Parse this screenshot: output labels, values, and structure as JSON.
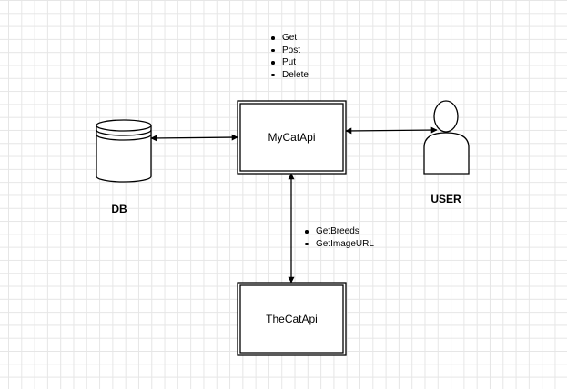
{
  "nodes": {
    "mycatapi": {
      "label": "MyCatApi"
    },
    "thecatapi": {
      "label": "TheCatApi"
    },
    "db": {
      "label": "DB"
    },
    "user": {
      "label": "USER"
    }
  },
  "methods_list": {
    "items": [
      "Get",
      "Post",
      "Put",
      "Delete"
    ]
  },
  "external_calls_list": {
    "items": [
      "GetBreeds",
      "GetImageURL"
    ]
  },
  "connections": [
    {
      "from": "db",
      "to": "mycatapi",
      "arrows": "both"
    },
    {
      "from": "mycatapi",
      "to": "user",
      "arrows": "both"
    },
    {
      "from": "mycatapi",
      "to": "thecatapi",
      "arrows": "both"
    }
  ],
  "colors": {
    "canvas": "#ffffff",
    "grid": "#e6e6e6",
    "stroke": "#000000"
  }
}
